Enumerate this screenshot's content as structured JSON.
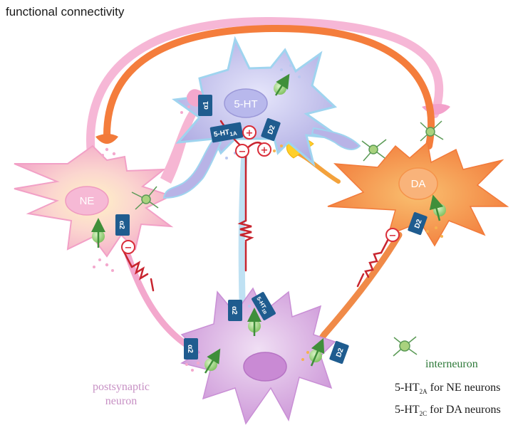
{
  "title": "functional connectivity",
  "neurons": {
    "serotonin": "5-HT",
    "norepinephrine": "NE",
    "dopamine": "DA",
    "postsynaptic_line1": "postsynaptic",
    "postsynaptic_line2": "neuron"
  },
  "receptors": {
    "alpha1": "α1",
    "ht1a_main": "5-HT",
    "ht1a_sub": "1A",
    "d2_top": "D2",
    "alpha2_ne": "α2",
    "d2_da": "D2",
    "alpha2_post_top": "α2",
    "ht1b_main": "5-HT",
    "ht1b_sub": "1B",
    "alpha2_post_left": "α2",
    "d2_post_right": "D2"
  },
  "signs": {
    "plus_top": "+",
    "minus_left": "−",
    "plus_right": "+",
    "minus_ne": "−",
    "minus_da": "−"
  },
  "legend": {
    "interneuron": "interneuron",
    "ht2a_prefix": "5-HT",
    "ht2a_sub": "2A",
    "ht2a_suffix": " for NE neurons",
    "ht2c_prefix": "5-HT",
    "ht2c_sub": "2C",
    "ht2c_suffix": " for DA neurons"
  },
  "colors": {
    "serotonin_neuron": "#b9b5e6",
    "norepinephrine_neuron": "#f7c8dc",
    "dopamine_neuron": "#f59a4c",
    "postsynaptic_neuron": "#d4a3dc",
    "receptor_badge": "#1f5c8f",
    "inhibitory_axon": "#c8252f",
    "interneuron": "#5a9a55",
    "connectivity_arc_pink": "#f2a4cc",
    "connectivity_arc_orange": "#f17c3a"
  }
}
